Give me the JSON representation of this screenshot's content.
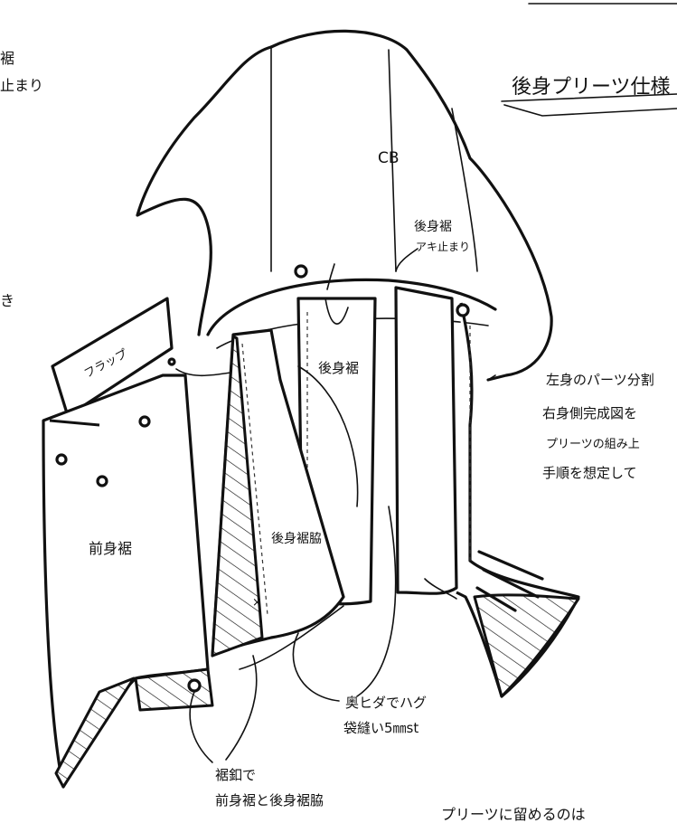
{
  "title": "後身プリーツ仕様",
  "left_edge_notes": [
    "裾",
    "止まり",
    "き"
  ],
  "top_right_fragment": "",
  "labels": {
    "cb": "CB",
    "back_hem_stop_line1": "後身裾",
    "back_hem_stop_line2": "アキ止まり",
    "flap": "フラップ",
    "back_hem": "後身裾",
    "front_hem": "前身裾",
    "back_hem_side": "後身裾脇",
    "inner_pleat_line1": "奥ヒダでハグ",
    "inner_pleat_line2": "袋縫い5㎜st",
    "hem_button_line1": "裾釦で",
    "hem_button_line2": "前身裾と後身裾脇",
    "hem_button_line3": "",
    "bottom_note": "プリーツに留めるのは"
  },
  "side_note": [
    "左身のパーツ分割",
    "右身側完成図を",
    "プリーツの組み上",
    "手順を想定して"
  ],
  "colors": {
    "ink": "#111111",
    "paper": "#ffffff"
  }
}
